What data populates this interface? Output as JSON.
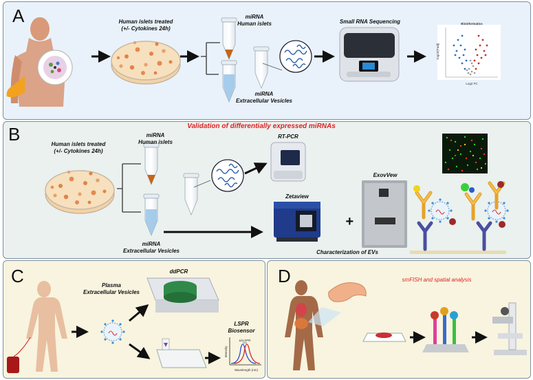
{
  "panels": {
    "A": {
      "letter": "A",
      "islets_label_1": "Human islets treated",
      "islets_label_2": "(+/- Cytokines 24h)",
      "mirna_islets_1": "miRNA",
      "mirna_islets_2": "Human islets",
      "mirna_ev_1": "miRNA",
      "mirna_ev_2": "Extracellular Vesicles",
      "sequencing": "Small RNA Sequencing",
      "bioinformatics": "Bioinformatics",
      "volcano_xlabel": "Log2 FC",
      "volcano_ylabel": "-log10(Padj)"
    },
    "B": {
      "letter": "B",
      "title": "Validation of differentially expressed miRNAs",
      "islets_label_1": "Human islets treated",
      "islets_label_2": "(+/- Cytokines 24h)",
      "mirna_islets_1": "miRNA",
      "mirna_islets_2": "Human islets",
      "mirna_ev_1": "miRNA",
      "mirna_ev_2": "Extracellular Vesicles",
      "rtpcr": "RT-PCR",
      "zetaview": "Zetaview",
      "exoview": "ExovVew",
      "plus": "+",
      "characterization": "Characterization of EVs"
    },
    "C": {
      "letter": "C",
      "plasma_1": "Plasma",
      "plasma_2": "Extracellular Vesicles",
      "ddpcr": "ddPCR",
      "lspr_1": "LSPR",
      "lspr_2": "Biosensor",
      "intensity": "Intensity",
      "wavelength": "Wavelength (nm)",
      "delta": "ΔλLSPR"
    },
    "D": {
      "letter": "D",
      "title": "smFISH and spatial analysis"
    }
  },
  "colors": {
    "panel_a_bg": "#e9f2fb",
    "panel_b_bg": "#eaf1ef",
    "panel_cd_bg": "#f8f4df",
    "title_red": "#e02020",
    "volcano_up": "#d02a2a",
    "volcano_down": "#2f6fc4"
  }
}
